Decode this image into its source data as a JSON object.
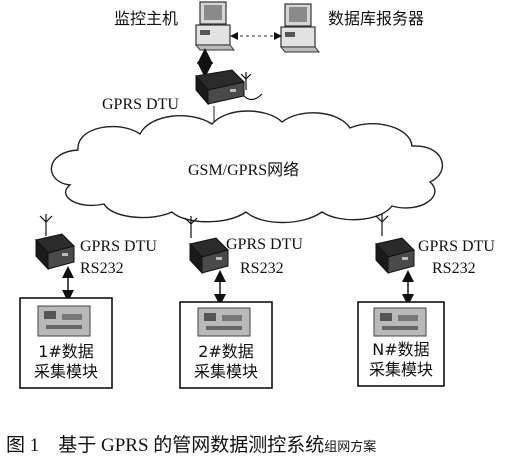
{
  "nodes": {
    "host": {
      "label": "监控主机"
    },
    "db_server": {
      "label": "数据库报务器"
    },
    "central_dtu": {
      "label": "GPRS DTU"
    },
    "network": {
      "label": "GSM/GPRS网络"
    },
    "site1": {
      "dtu": "GPRS DTU",
      "bus": "RS232",
      "module_line1": "1#数据",
      "module_line2": "采集模块"
    },
    "site2": {
      "dtu": "GPRS DTU",
      "bus": "RS232",
      "module_line1": "2#数据",
      "module_line2": "采集模块"
    },
    "siteN": {
      "dtu": "GPRS DTU",
      "bus": "RS232",
      "module_line1": "N#数据",
      "module_line2": "采集模块"
    }
  },
  "caption": {
    "main": "图 1　基于 GPRS 的管网数据测控系统",
    "tail": "组网方案"
  }
}
